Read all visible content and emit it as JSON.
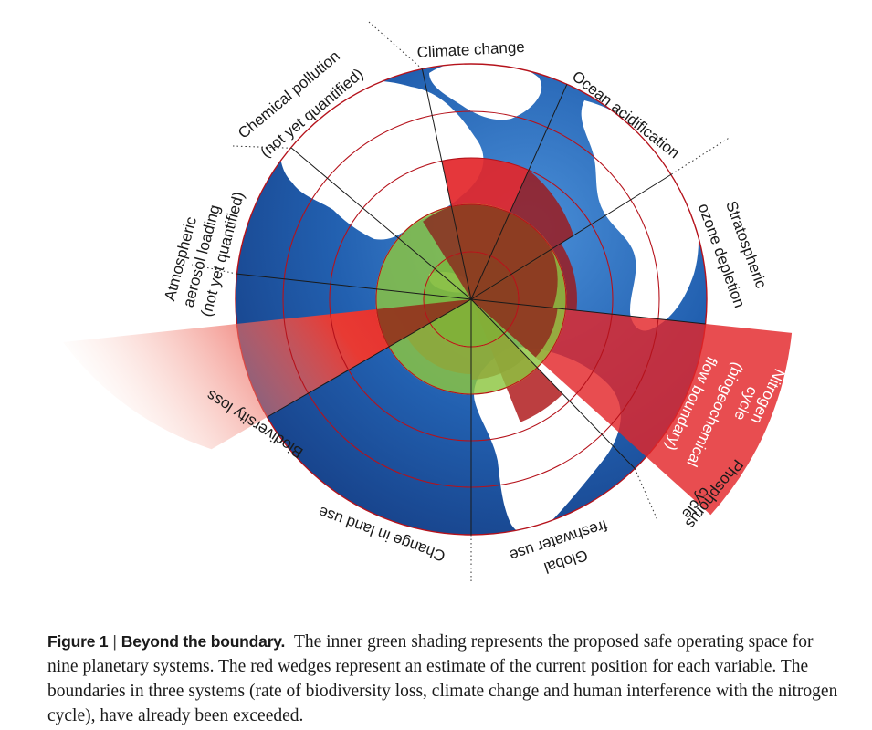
{
  "figure": {
    "labels": {
      "climate": "Climate change",
      "ocean": "Ocean acidification",
      "ozone_1": "Stratospheric",
      "ozone_2": "ozone depletion",
      "nitrogen_1": "Nitrogen",
      "nitrogen_2": "cycle",
      "nitrogen_3": "(biogeochemical",
      "nitrogen_4": "flow boundary)",
      "phosphorus_1": "Phosphorus",
      "phosphorus_2": "cycle",
      "freshwater_1": "Global",
      "freshwater_2": "freshwater use",
      "landuse": "Change in land use",
      "biodiversity": "Biodiversity loss",
      "aerosol_1": "Atmospheric",
      "aerosol_2": "aerosol loading",
      "aerosol_3": "(not yet quantified)",
      "chemical_1": "Chemical pollution",
      "chemical_2": "(not yet quantified)"
    },
    "colors": {
      "wedge_red": "#e3262a",
      "safe_green": "#8cc63f",
      "ocean_blue": "#1f5fae",
      "land_white": "#ffffff",
      "ring_line": "#b5121b"
    }
  },
  "caption": {
    "label": "Figure 1",
    "separator": " | ",
    "title": "Beyond the boundary.",
    "text": "The inner green shading represents the proposed safe operating space for nine planetary systems. The red wedges represent an estimate of the current position for each variable. The boundaries in three systems (rate of biodiversity loss, climate change and human interference with the nitrogen cycle), have already been exceeded."
  }
}
